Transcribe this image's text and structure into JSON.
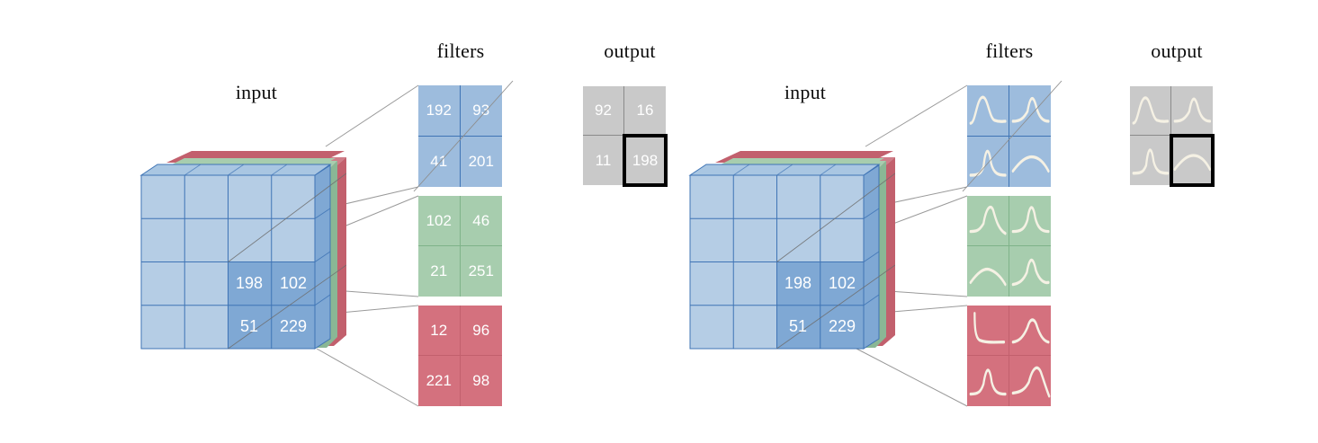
{
  "figure": {
    "title": "convolution filters and output feature maps",
    "background": "#ffffff",
    "panels": [
      "numeric",
      "glyph"
    ]
  },
  "palette": {
    "blue_fill": "#9dbcdd",
    "blue_line": "#3f74b5",
    "blue_cube_light": "#b5cde5",
    "blue_cube_dark": "#7fa8d4",
    "green_fill": "#a7cdae",
    "green_line": "#7fb389",
    "red_fill": "#d4717e",
    "red_line": "#c2606d",
    "gray_fill": "#c9c9c9",
    "gray_line": "#8a8a8a",
    "highlight_border": "#000000",
    "wire": "#9a9a9a",
    "curve": "#f5f1e4",
    "text_light": "#ffffff",
    "text_dark": "#0d0d0d"
  },
  "left_panel": {
    "input": {
      "label": "input",
      "grid_size": "4x4",
      "channels": [
        "blue",
        "green",
        "red"
      ],
      "highlight_region": "bottom-right 2x2",
      "highlight_values": [
        [
          "198",
          "102"
        ],
        [
          "51",
          "229"
        ]
      ]
    },
    "filters": {
      "label": "filters",
      "channels": [
        {
          "color": "blue",
          "values": [
            [
              "192",
              "93"
            ],
            [
              "41",
              "201"
            ]
          ]
        },
        {
          "color": "green",
          "values": [
            [
              "102",
              "46"
            ],
            [
              "21",
              "251"
            ]
          ]
        },
        {
          "color": "red",
          "values": [
            [
              "12",
              "96"
            ],
            [
              "221",
              "98"
            ]
          ]
        }
      ]
    },
    "output": {
      "label": "output",
      "values": [
        [
          "92",
          "16"
        ],
        [
          "11",
          "198"
        ]
      ],
      "highlighted_cell": "r1c1"
    }
  },
  "right_panel": {
    "input": {
      "label": "input",
      "grid_size": "4x4",
      "channels": [
        "blue",
        "green",
        "red"
      ],
      "highlight_region": "bottom-right 2x2",
      "highlight_values": [
        [
          "198",
          "102"
        ],
        [
          "51",
          "229"
        ]
      ]
    },
    "filters": {
      "label": "filters",
      "channels": [
        {
          "color": "blue",
          "glyphs": [
            [
              "wide-bump",
              "right-peak"
            ],
            [
              "narrow-peak",
              "flat-arc"
            ]
          ]
        },
        {
          "color": "green",
          "glyphs": [
            [
              "rising-peak",
              "sharp-peak"
            ],
            [
              "low-arc",
              "center-peak"
            ]
          ]
        },
        {
          "color": "red",
          "glyphs": [
            [
              "step-corner",
              "broad-peak"
            ],
            [
              "narrow-peak",
              "tall-right-peak"
            ]
          ]
        }
      ]
    },
    "output": {
      "label": "output",
      "glyphs": [
        [
          "wide-bump",
          "right-peak"
        ],
        [
          "narrow-peak",
          "flat-arc"
        ]
      ],
      "highlighted_cell": "r1c1"
    }
  }
}
